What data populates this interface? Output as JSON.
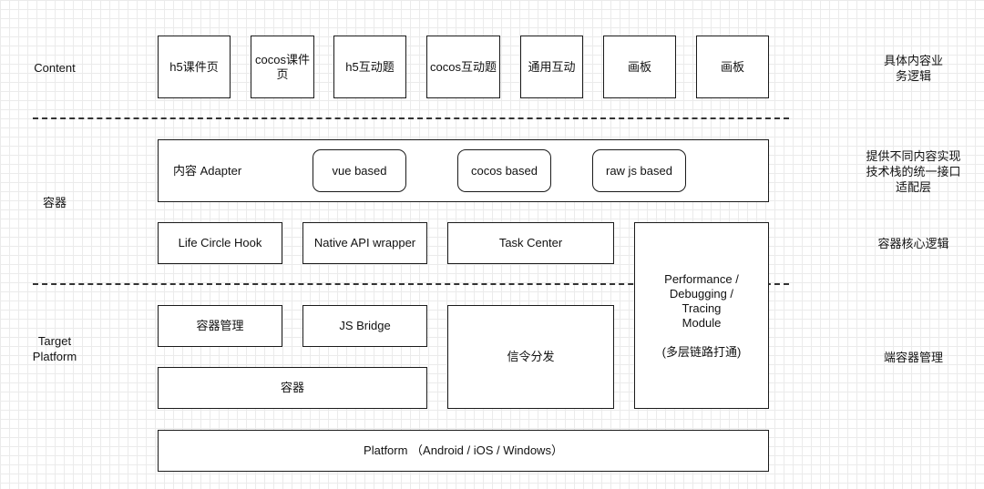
{
  "left_labels": {
    "content": "Content",
    "container": "容器",
    "target_platform": "Target\nPlatform"
  },
  "right_labels": {
    "content_desc": "具体内容业\n务逻辑",
    "adapter_desc": "提供不同内容实现\n技术栈的统一接口\n适配层",
    "core_desc": "容器核心逻辑",
    "platform_desc": "端容器管理"
  },
  "content_row": [
    "h5课件页",
    "cocos课件\n页",
    "h5互动题",
    "cocos互动题",
    "通用互动",
    "画板",
    "画板"
  ],
  "adapter": {
    "title": "内容 Adapter",
    "options": [
      "vue based",
      "cocos based",
      "raw js based"
    ]
  },
  "core_row": {
    "hook": "Life Circle Hook",
    "native": "Native API wrapper",
    "task": "Task Center",
    "perf": "Performance /\nDebugging /\nTracing\nModule\n\n(多层链路打通)"
  },
  "platform_layer": {
    "container_mgmt": "容器管理",
    "js_bridge": "JS Bridge",
    "signal": "信令分发",
    "container": "容器",
    "platform": "Platform  （Android / iOS / Windows）"
  }
}
